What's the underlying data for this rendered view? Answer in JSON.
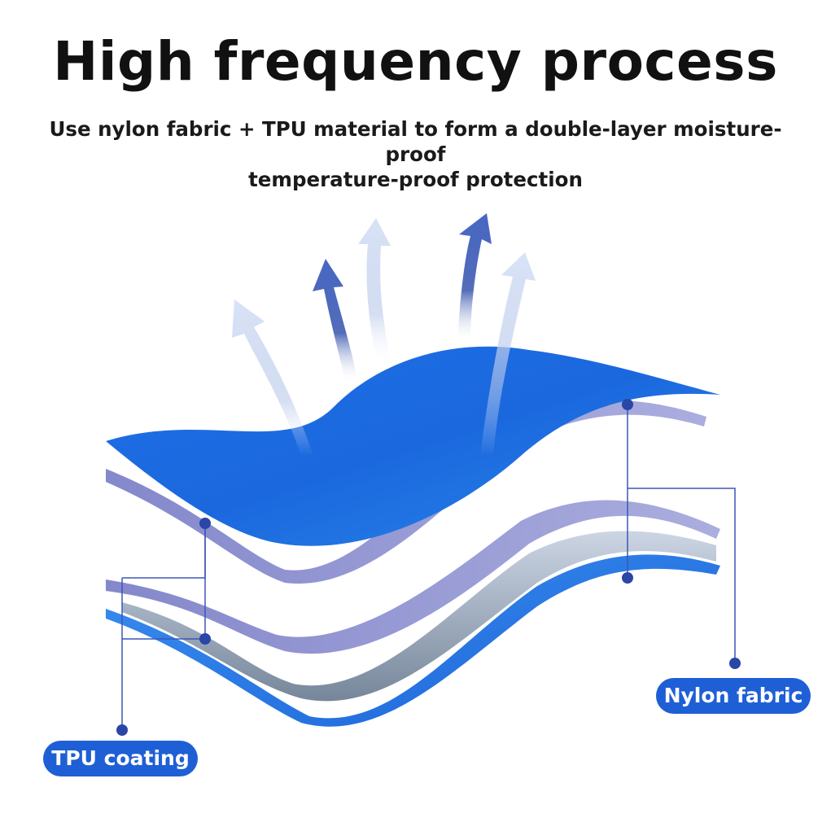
{
  "header": {
    "title": "High frequency process",
    "subtitle_line1": "Use nylon fabric + TPU material to form a double-layer moisture-proof",
    "subtitle_line2": "temperature-proof protection"
  },
  "labels": {
    "tpu": "TPU coating",
    "nylon": "Nylon fabric"
  },
  "colors": {
    "nylon_blue": "#1a6fe0",
    "tpu_lavender": "#8f93cf",
    "callout_line": "#3b57b8",
    "pill": "#1f5fd6"
  }
}
